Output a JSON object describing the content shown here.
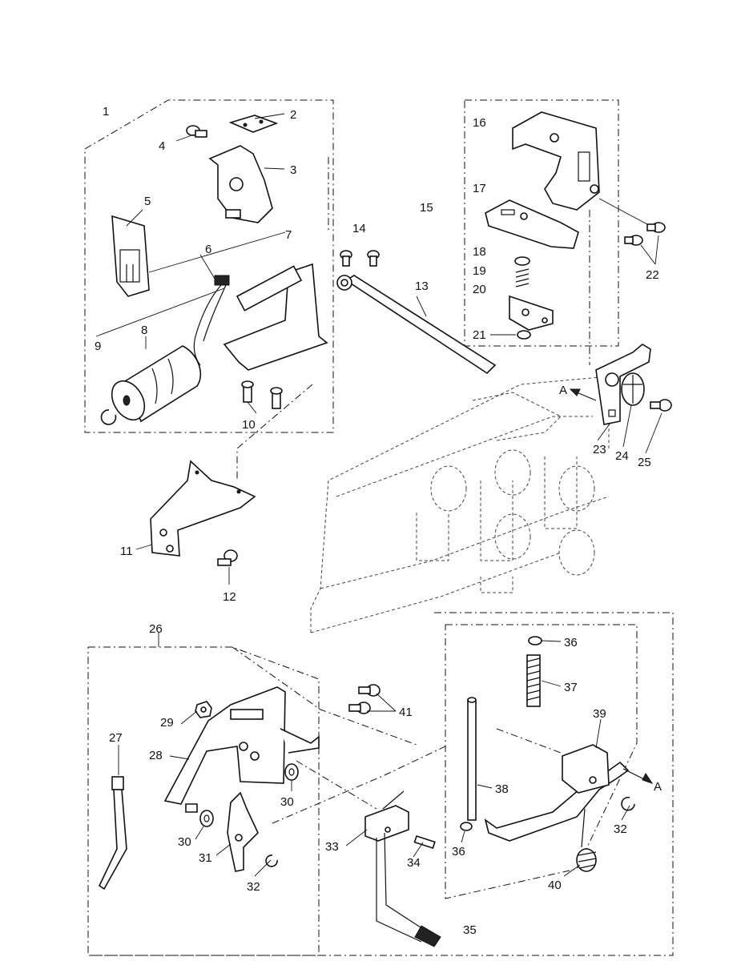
{
  "callouts": {
    "c1": "1",
    "c2": "2",
    "c3": "3",
    "c4": "4",
    "c5": "5",
    "c6": "6",
    "c7": "7",
    "c8": "8",
    "c9": "9",
    "c10": "10",
    "c11": "11",
    "c12": "12",
    "c13": "13",
    "c14": "14",
    "c15": "15",
    "c16": "16",
    "c17": "17",
    "c18": "18",
    "c19": "19",
    "c20": "20",
    "c21": "21",
    "c22": "22",
    "c23": "23",
    "c24": "24",
    "c25": "25",
    "c26": "26",
    "c27": "27",
    "c28": "28",
    "c29": "29",
    "c30a": "30",
    "c30b": "30",
    "c31": "31",
    "c32a": "32",
    "c32b": "32",
    "c33": "33",
    "c34": "34",
    "c35": "35",
    "c36a": "36",
    "c36b": "36",
    "c37": "37",
    "c38": "38",
    "c39": "39",
    "c40": "40",
    "c41": "41"
  },
  "view_markers": {
    "a_left": "A",
    "a_right": "A"
  }
}
